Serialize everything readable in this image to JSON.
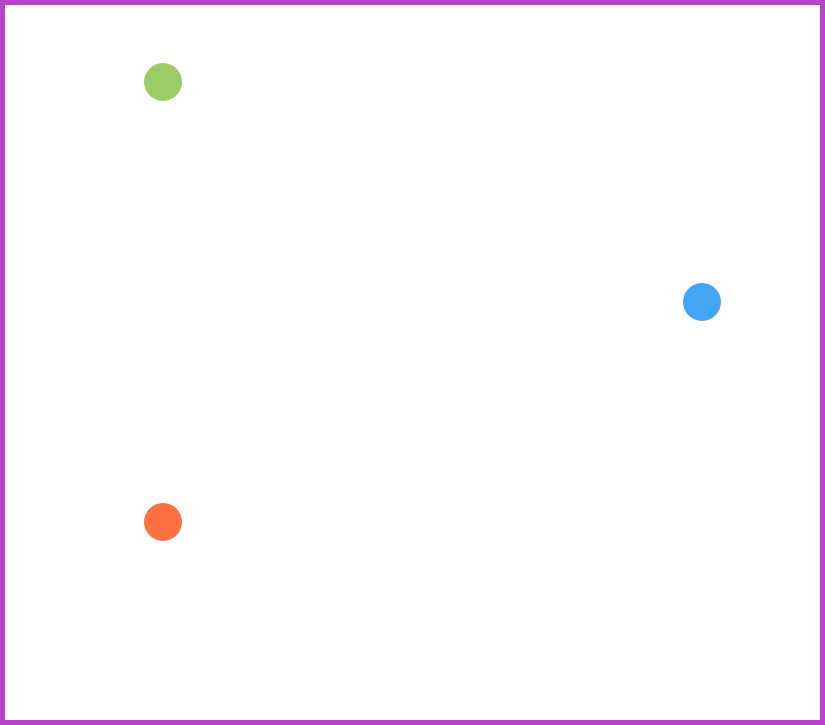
{
  "frame": {
    "border_color": "#bf3fd3",
    "background_color": "#ffffff"
  },
  "dots": [
    {
      "id": "green",
      "color": "#9ccc65"
    },
    {
      "id": "blue",
      "color": "#42a5f5"
    },
    {
      "id": "orange",
      "color": "#ff7043"
    }
  ]
}
